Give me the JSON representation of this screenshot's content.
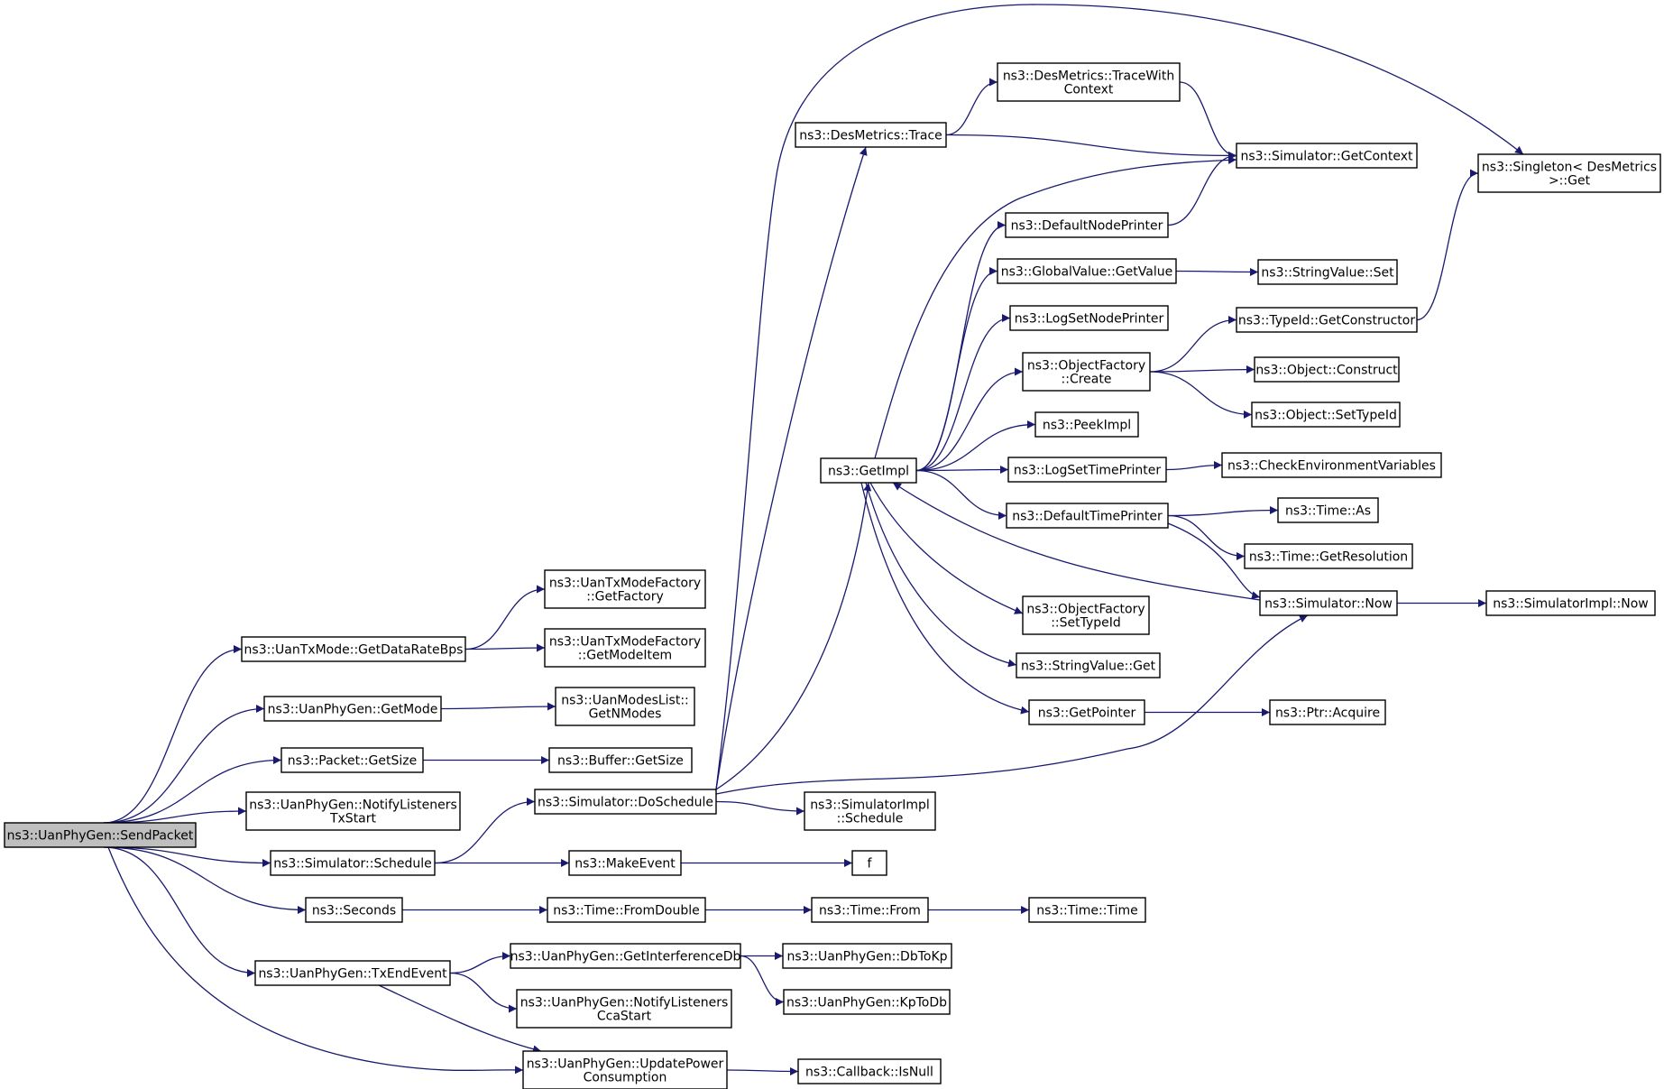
{
  "colors": {
    "edge": "#191970",
    "node_border": "#000000",
    "node_border_truncated": "#ff0000",
    "root_fill": "#bfbfbf",
    "node_fill": "#ffffff"
  },
  "nodes": [
    {
      "id": "n0",
      "lines": [
        "ns3::UanPhyGen::SendPacket"
      ],
      "root": true
    },
    {
      "id": "n1",
      "lines": [
        "ns3::UanTxMode::GetDataRateBps"
      ]
    },
    {
      "id": "n2",
      "lines": [
        "ns3::UanTxModeFactory",
        "::GetFactory"
      ]
    },
    {
      "id": "n3",
      "lines": [
        "ns3::UanTxModeFactory",
        "::GetModeItem"
      ]
    },
    {
      "id": "n4",
      "lines": [
        "ns3::UanPhyGen::GetMode"
      ]
    },
    {
      "id": "n5",
      "lines": [
        "ns3::UanModesList::",
        "GetNModes"
      ]
    },
    {
      "id": "n6",
      "lines": [
        "ns3::Packet::GetSize"
      ]
    },
    {
      "id": "n7",
      "lines": [
        "ns3::Buffer::GetSize"
      ]
    },
    {
      "id": "n8",
      "lines": [
        "ns3::UanPhyGen::NotifyListeners",
        "TxStart"
      ]
    },
    {
      "id": "n9",
      "lines": [
        "ns3::Simulator::Schedule"
      ]
    },
    {
      "id": "n10",
      "lines": [
        "ns3::Simulator::DoSchedule"
      ]
    },
    {
      "id": "n11",
      "lines": [
        "ns3::DesMetrics::Trace"
      ]
    },
    {
      "id": "n12",
      "lines": [
        "ns3::DesMetrics::TraceWith",
        "Context"
      ],
      "truncated": true
    },
    {
      "id": "n13",
      "lines": [
        "ns3::Simulator::GetContext"
      ],
      "truncated": true
    },
    {
      "id": "n14",
      "lines": [
        "ns3::Singleton< DesMetrics",
        " >::Get"
      ]
    },
    {
      "id": "n15",
      "lines": [
        "ns3::GetImpl"
      ]
    },
    {
      "id": "n16",
      "lines": [
        "ns3::DefaultNodePrinter"
      ]
    },
    {
      "id": "n17",
      "lines": [
        "ns3::GlobalValue::GetValue"
      ]
    },
    {
      "id": "n18",
      "lines": [
        "ns3::StringValue::Set"
      ]
    },
    {
      "id": "n19",
      "lines": [
        "ns3::LogSetNodePrinter"
      ]
    },
    {
      "id": "n20",
      "lines": [
        "ns3::ObjectFactory",
        "::Create"
      ]
    },
    {
      "id": "n21",
      "lines": [
        "ns3::TypeId::GetConstructor"
      ],
      "truncated": true
    },
    {
      "id": "n22",
      "lines": [
        "ns3::Object::Construct"
      ],
      "truncated": true
    },
    {
      "id": "n23",
      "lines": [
        "ns3::Object::SetTypeId"
      ],
      "truncated": true
    },
    {
      "id": "n24",
      "lines": [
        "ns3::PeekImpl"
      ]
    },
    {
      "id": "n25",
      "lines": [
        "ns3::LogSetTimePrinter"
      ]
    },
    {
      "id": "n26",
      "lines": [
        "ns3::CheckEnvironmentVariables"
      ],
      "truncated": true
    },
    {
      "id": "n27",
      "lines": [
        "ns3::DefaultTimePrinter"
      ]
    },
    {
      "id": "n28",
      "lines": [
        "ns3::Time::As"
      ]
    },
    {
      "id": "n29",
      "lines": [
        "ns3::Time::GetResolution"
      ],
      "truncated": true
    },
    {
      "id": "n30",
      "lines": [
        "ns3::Simulator::Now"
      ]
    },
    {
      "id": "n31",
      "lines": [
        "ns3::SimulatorImpl::Now"
      ]
    },
    {
      "id": "n32",
      "lines": [
        "ns3::ObjectFactory",
        "::SetTypeId"
      ],
      "truncated": true
    },
    {
      "id": "n33",
      "lines": [
        "ns3::StringValue::Get"
      ]
    },
    {
      "id": "n34",
      "lines": [
        "ns3::GetPointer"
      ]
    },
    {
      "id": "n35",
      "lines": [
        "ns3::Ptr::Acquire"
      ]
    },
    {
      "id": "n36",
      "lines": [
        "ns3::SimulatorImpl",
        "::Schedule"
      ]
    },
    {
      "id": "n37",
      "lines": [
        "ns3::MakeEvent"
      ]
    },
    {
      "id": "n38",
      "lines": [
        "f"
      ]
    },
    {
      "id": "n39",
      "lines": [
        "ns3::Seconds"
      ]
    },
    {
      "id": "n40",
      "lines": [
        "ns3::Time::FromDouble"
      ]
    },
    {
      "id": "n41",
      "lines": [
        "ns3::Time::From"
      ]
    },
    {
      "id": "n42",
      "lines": [
        "ns3::Time::Time"
      ],
      "truncated": true
    },
    {
      "id": "n43",
      "lines": [
        "ns3::UanPhyGen::TxEndEvent"
      ]
    },
    {
      "id": "n44",
      "lines": [
        "ns3::UanPhyGen::GetInterferenceDb"
      ]
    },
    {
      "id": "n45",
      "lines": [
        "ns3::UanPhyGen::DbToKp"
      ]
    },
    {
      "id": "n46",
      "lines": [
        "ns3::UanPhyGen::KpToDb"
      ]
    },
    {
      "id": "n47",
      "lines": [
        "ns3::UanPhyGen::NotifyListeners",
        "CcaStart"
      ]
    },
    {
      "id": "n48",
      "lines": [
        "ns3::UanPhyGen::UpdatePower",
        "Consumption"
      ]
    },
    {
      "id": "n49",
      "lines": [
        "ns3::Callback::IsNull"
      ]
    }
  ],
  "edges": [
    [
      "n0",
      "n1"
    ],
    [
      "n0",
      "n4"
    ],
    [
      "n0",
      "n6"
    ],
    [
      "n0",
      "n8"
    ],
    [
      "n0",
      "n9"
    ],
    [
      "n0",
      "n39"
    ],
    [
      "n0",
      "n43"
    ],
    [
      "n0",
      "n48"
    ],
    [
      "n1",
      "n2"
    ],
    [
      "n1",
      "n3"
    ],
    [
      "n4",
      "n5"
    ],
    [
      "n6",
      "n7"
    ],
    [
      "n9",
      "n10"
    ],
    [
      "n9",
      "n37"
    ],
    [
      "n10",
      "n11"
    ],
    [
      "n10",
      "n14"
    ],
    [
      "n10",
      "n15"
    ],
    [
      "n10",
      "n30"
    ],
    [
      "n10",
      "n36"
    ],
    [
      "n11",
      "n12"
    ],
    [
      "n11",
      "n13"
    ],
    [
      "n12",
      "n13"
    ],
    [
      "n15",
      "n13"
    ],
    [
      "n15",
      "n16"
    ],
    [
      "n15",
      "n17"
    ],
    [
      "n15",
      "n19"
    ],
    [
      "n15",
      "n20"
    ],
    [
      "n15",
      "n24"
    ],
    [
      "n15",
      "n25"
    ],
    [
      "n15",
      "n27"
    ],
    [
      "n15",
      "n32"
    ],
    [
      "n15",
      "n33"
    ],
    [
      "n15",
      "n34"
    ],
    [
      "n16",
      "n13"
    ],
    [
      "n17",
      "n18"
    ],
    [
      "n20",
      "n21"
    ],
    [
      "n20",
      "n22"
    ],
    [
      "n20",
      "n23"
    ],
    [
      "n21",
      "n14"
    ],
    [
      "n25",
      "n26"
    ],
    [
      "n27",
      "n28"
    ],
    [
      "n27",
      "n29"
    ],
    [
      "n27",
      "n30"
    ],
    [
      "n30",
      "n15"
    ],
    [
      "n30",
      "n31"
    ],
    [
      "n34",
      "n35"
    ],
    [
      "n37",
      "n38"
    ],
    [
      "n39",
      "n40"
    ],
    [
      "n40",
      "n41"
    ],
    [
      "n41",
      "n42"
    ],
    [
      "n43",
      "n44"
    ],
    [
      "n43",
      "n47"
    ],
    [
      "n43",
      "n48"
    ],
    [
      "n44",
      "n45"
    ],
    [
      "n44",
      "n46"
    ],
    [
      "n48",
      "n49"
    ]
  ]
}
